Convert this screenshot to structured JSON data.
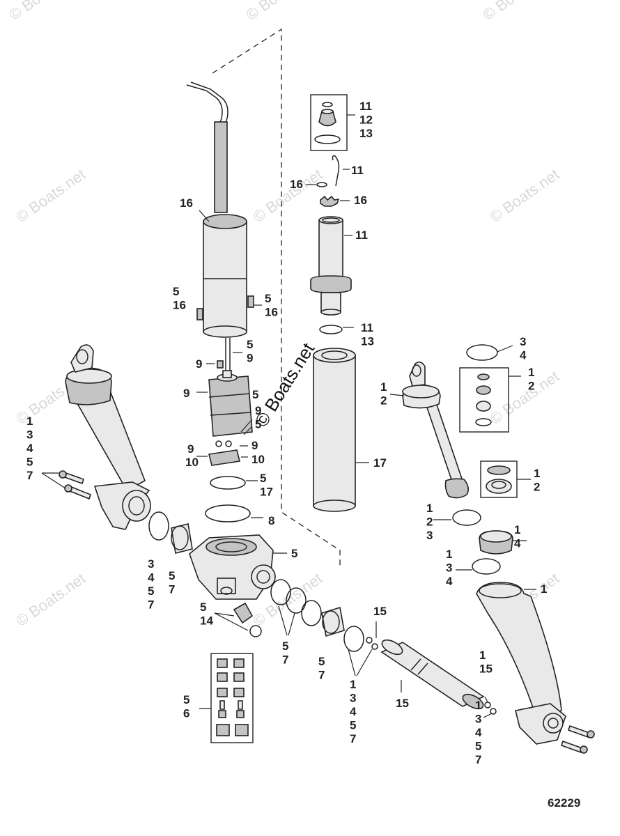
{
  "diagram": {
    "watermark": "© Boats.net",
    "center_watermark": "© Boats.net",
    "drawing_number": "62229",
    "callouts": [
      {
        "id": "c1",
        "lines": [
          "11",
          "12",
          "13"
        ]
      },
      {
        "id": "c2",
        "lines": [
          "11"
        ]
      },
      {
        "id": "c3",
        "lines": [
          "16"
        ]
      },
      {
        "id": "c4",
        "lines": [
          "16"
        ]
      },
      {
        "id": "c5",
        "lines": [
          "16"
        ]
      },
      {
        "id": "c6",
        "lines": [
          "11"
        ]
      },
      {
        "id": "c7",
        "lines": [
          "5",
          "16"
        ]
      },
      {
        "id": "c8",
        "lines": [
          "5",
          "16"
        ]
      },
      {
        "id": "c9",
        "lines": [
          "11",
          "13"
        ]
      },
      {
        "id": "c10",
        "lines": [
          "5",
          "9"
        ]
      },
      {
        "id": "c11",
        "lines": [
          "9"
        ]
      },
      {
        "id": "c12",
        "lines": [
          "3",
          "4"
        ]
      },
      {
        "id": "c13",
        "lines": [
          "9"
        ]
      },
      {
        "id": "c14",
        "lines": [
          "5"
        ]
      },
      {
        "id": "c15",
        "lines": [
          "9",
          "5"
        ]
      },
      {
        "id": "c16",
        "lines": [
          "1",
          "2"
        ]
      },
      {
        "id": "c17",
        "lines": [
          "1",
          "2"
        ]
      },
      {
        "id": "c18",
        "lines": [
          "1",
          "3",
          "4",
          "5",
          "7"
        ]
      },
      {
        "id": "c19",
        "lines": [
          "9"
        ]
      },
      {
        "id": "c20",
        "lines": [
          "9"
        ]
      },
      {
        "id": "c21",
        "lines": [
          "10"
        ]
      },
      {
        "id": "c22",
        "lines": [
          "10"
        ]
      },
      {
        "id": "c23",
        "lines": [
          "17"
        ]
      },
      {
        "id": "c24",
        "lines": [
          "5",
          "17"
        ]
      },
      {
        "id": "c25",
        "lines": [
          "1",
          "2"
        ]
      },
      {
        "id": "c26",
        "lines": [
          "8"
        ]
      },
      {
        "id": "c27",
        "lines": [
          "1",
          "2",
          "3"
        ]
      },
      {
        "id": "c28",
        "lines": [
          "1",
          "4"
        ]
      },
      {
        "id": "c29",
        "lines": [
          "5"
        ]
      },
      {
        "id": "c30",
        "lines": [
          "1",
          "3",
          "4"
        ]
      },
      {
        "id": "c31",
        "lines": [
          "3",
          "4",
          "5",
          "7"
        ]
      },
      {
        "id": "c32",
        "lines": [
          "5",
          "7"
        ]
      },
      {
        "id": "c33",
        "lines": [
          "1"
        ]
      },
      {
        "id": "c34",
        "lines": [
          "5",
          "14"
        ]
      },
      {
        "id": "c35",
        "lines": [
          "15"
        ]
      },
      {
        "id": "c36",
        "lines": [
          "5",
          "7"
        ]
      },
      {
        "id": "c37",
        "lines": [
          "5",
          "7"
        ]
      },
      {
        "id": "c38",
        "lines": [
          "1",
          "3",
          "4",
          "5",
          "7"
        ]
      },
      {
        "id": "c39",
        "lines": [
          "1",
          "15"
        ]
      },
      {
        "id": "c40",
        "lines": [
          "15"
        ]
      },
      {
        "id": "c41",
        "lines": [
          "5",
          "6"
        ]
      },
      {
        "id": "c42",
        "lines": [
          "1",
          "3",
          "4",
          "5",
          "7"
        ]
      }
    ]
  }
}
